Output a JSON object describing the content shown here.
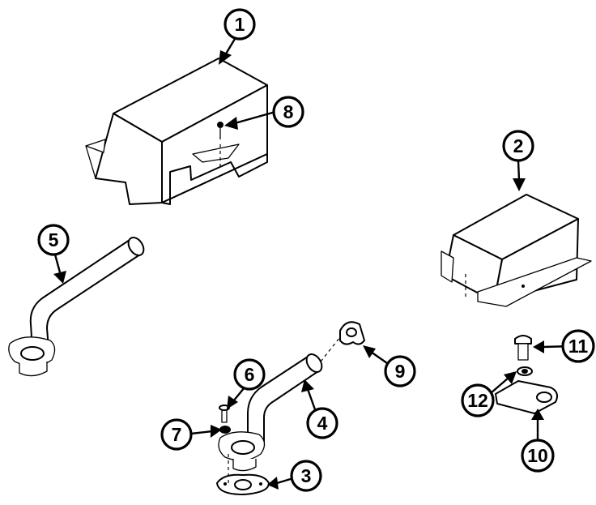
{
  "diagram": {
    "callouts": [
      {
        "id": "c1",
        "label": "1"
      },
      {
        "id": "c2",
        "label": "2"
      },
      {
        "id": "c3",
        "label": "3"
      },
      {
        "id": "c4",
        "label": "4"
      },
      {
        "id": "c5",
        "label": "5"
      },
      {
        "id": "c6",
        "label": "6"
      },
      {
        "id": "c7",
        "label": "7"
      },
      {
        "id": "c8",
        "label": "8"
      },
      {
        "id": "c9",
        "label": "9"
      },
      {
        "id": "c10",
        "label": "10"
      },
      {
        "id": "c11",
        "label": "11"
      },
      {
        "id": "c12",
        "label": "12"
      }
    ],
    "colors": {
      "ink": "#000000",
      "paper": "#ffffff"
    }
  }
}
